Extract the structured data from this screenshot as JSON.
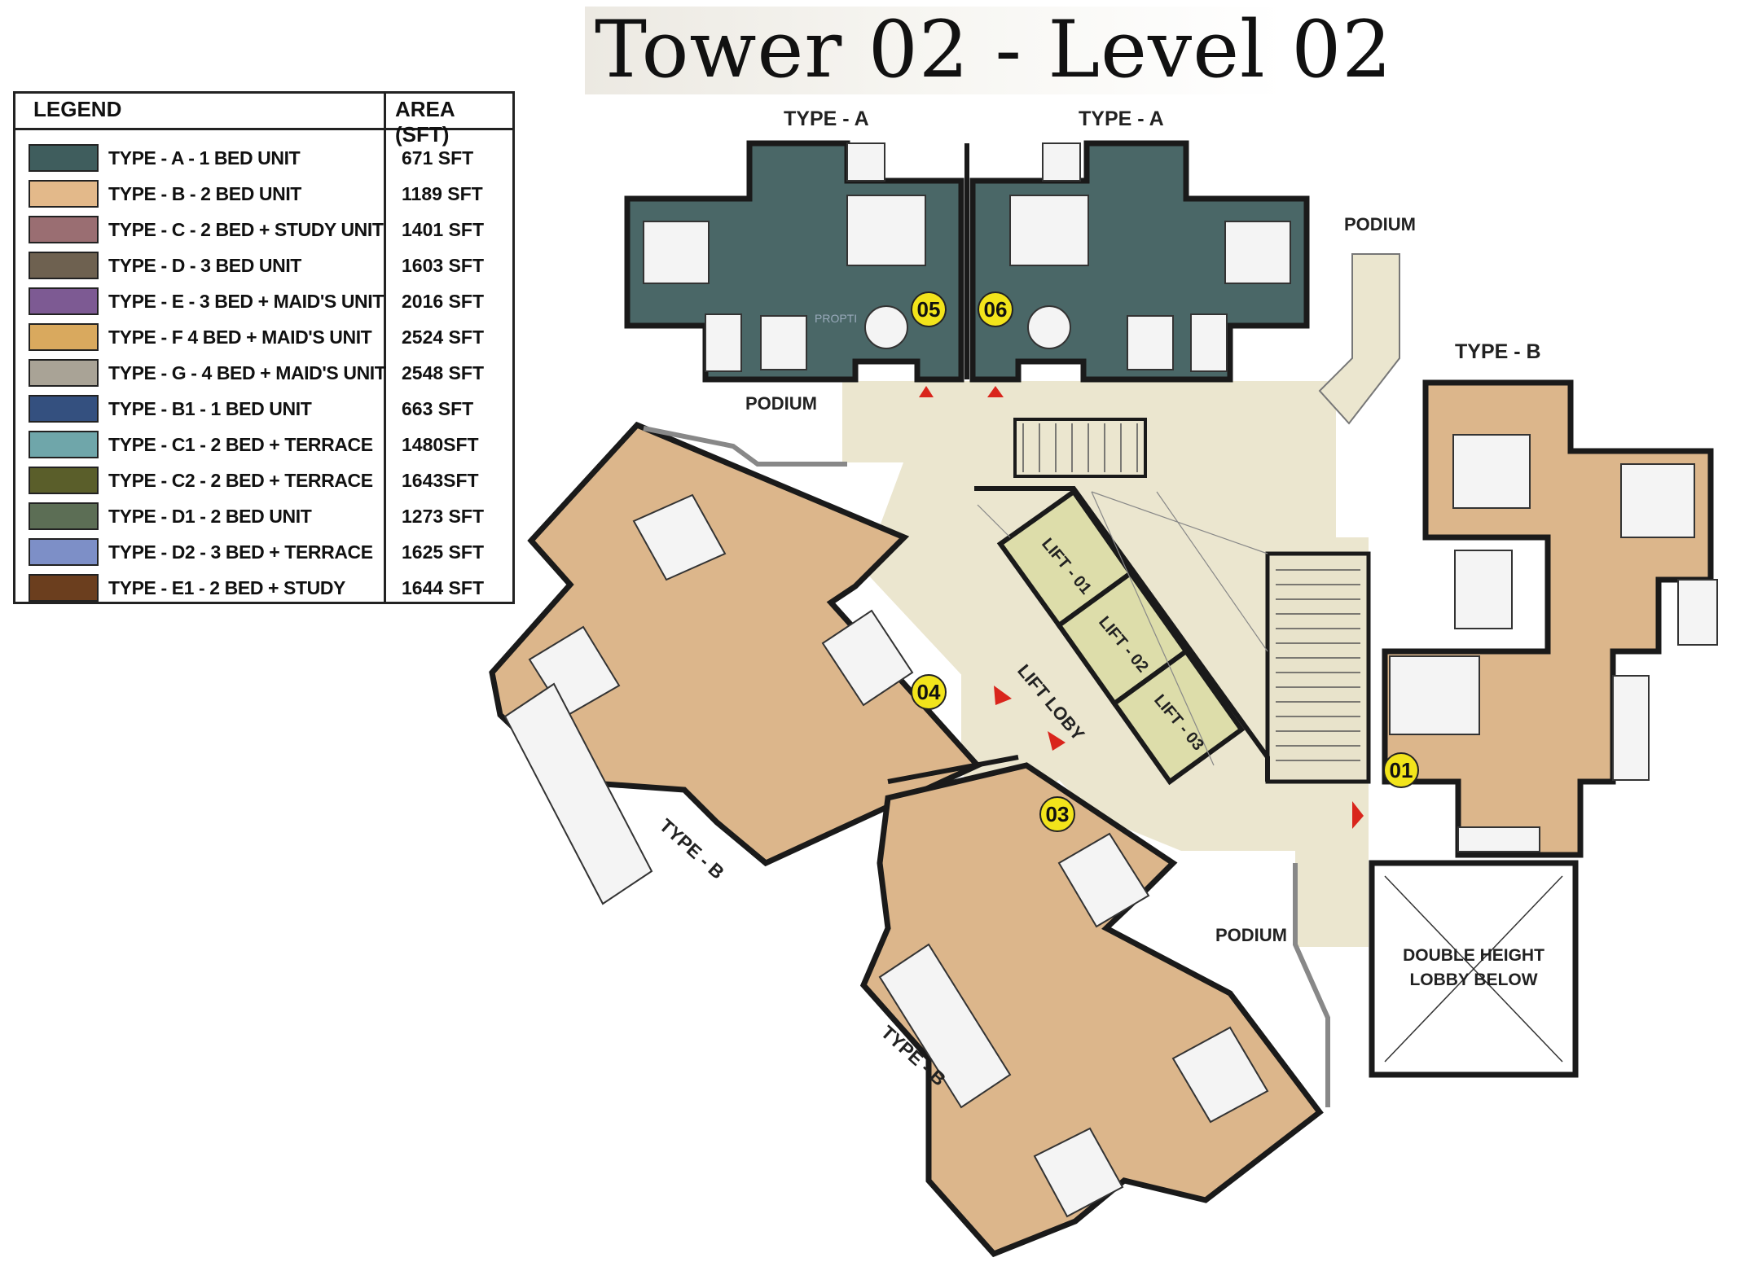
{
  "title": "Tower 02 - Level 02",
  "legend": {
    "header_label": "LEGEND",
    "header_area": "AREA (SFT)",
    "items": [
      {
        "label": "TYPE - A - 1 BED UNIT",
        "area": "671 SFT",
        "color": "#3f5d5d"
      },
      {
        "label": "TYPE - B - 2 BED UNIT",
        "area": "1189 SFT",
        "color": "#e3b98a"
      },
      {
        "label": "TYPE - C - 2 BED + STUDY UNIT",
        "area": "1401 SFT",
        "color": "#9a6e72"
      },
      {
        "label": "TYPE - D - 3 BED UNIT",
        "area": "1603 SFT",
        "color": "#6e6150"
      },
      {
        "label": "TYPE - E - 3 BED + MAID'S UNIT",
        "area": "2016 SFT",
        "color": "#7d5a93"
      },
      {
        "label": "TYPE - F  4 BED + MAID'S UNIT",
        "area": "2524 SFT",
        "color": "#d9a95e"
      },
      {
        "label": "TYPE - G - 4 BED + MAID'S UNIT",
        "area": "2548 SFT",
        "color": "#a9a396"
      },
      {
        "label": "TYPE - B1 - 1 BED UNIT",
        "area": "663 SFT",
        "color": "#34507f"
      },
      {
        "label": "TYPE - C1 - 2 BED + TERRACE",
        "area": "1480SFT",
        "color": "#6fa6aa"
      },
      {
        "label": "TYPE - C2 - 2 BED + TERRACE",
        "area": "1643SFT",
        "color": "#5a5e2a"
      },
      {
        "label": "TYPE - D1 - 2 BED UNIT",
        "area": "1273 SFT",
        "color": "#5c6e55"
      },
      {
        "label": "TYPE - D2 - 3 BED + TERRACE",
        "area": "1625 SFT",
        "color": "#7d8fc7"
      },
      {
        "label": "TYPE - E1 - 2 BED + STUDY",
        "area": "1644 SFT",
        "color": "#6b3e1e"
      }
    ]
  },
  "plan": {
    "labels": {
      "type_a_left": "TYPE - A",
      "type_a_right": "TYPE - A",
      "type_b_right": "TYPE - B",
      "type_b_left": "TYPE - B",
      "type_b_bottom": "TYPE - B",
      "podium_top_right": "PODIUM",
      "podium_top_left": "PODIUM",
      "podium_bottom": "PODIUM",
      "lift_lobby": "LIFT LOBY",
      "lift_01": "LIFT - 01",
      "lift_02": "LIFT - 02",
      "lift_03": "LIFT - 03",
      "double_height_1": "DOUBLE HEIGHT",
      "double_height_2": "LOBBY BELOW",
      "watermark": "PROPTI"
    },
    "unit_numbers": {
      "u01": "01",
      "u03": "03",
      "u04": "04",
      "u05": "05",
      "u06": "06"
    },
    "colors": {
      "type_a": "#4a6767",
      "type_b": "#dcb68b",
      "lobby": "#ebe6cf",
      "wall": "#1a1a1a",
      "badge": "#f2e41b",
      "arrow": "#d9251c"
    }
  }
}
